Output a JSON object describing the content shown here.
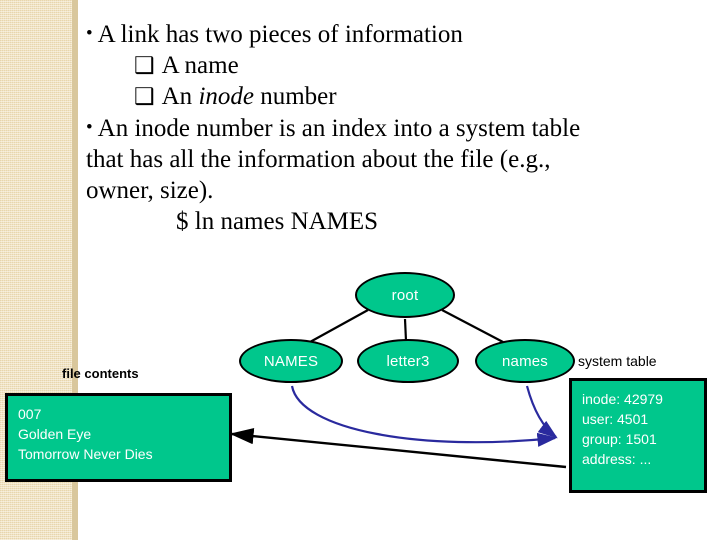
{
  "slide": {
    "background_color": "#ffffff",
    "accent_color": "#00c78c",
    "band_color": "#f0e2c0",
    "edge_color": "#d9c79c",
    "arrow_blue": "#2a2a9e"
  },
  "body_text": {
    "bullet1": "A link has two pieces of information",
    "sub1": "A name",
    "sub2_prefix": "An ",
    "sub2_italic": "inode",
    "sub2_suffix": " number",
    "bullet2_line1": "An inode number is an index into a system table",
    "bullet2_line2": "that has all the information about the file (e.g.,",
    "bullet2_line3": "owner, size).",
    "command": "$ ln names NAMES",
    "bullet_glyph": "•",
    "sub_bullet_glyph": "❑"
  },
  "diagram": {
    "nodes": [
      {
        "id": "root",
        "label": "root"
      },
      {
        "id": "names_u",
        "label": "NAMES"
      },
      {
        "id": "letter3",
        "label": "letter3"
      },
      {
        "id": "names_l",
        "label": "names"
      }
    ],
    "labels": {
      "file_contents": "file contents",
      "system_table": "system table"
    },
    "file_contents_box": {
      "lines": [
        "007",
        "Golden Eye",
        "Tomorrow Never Dies"
      ]
    },
    "system_table_box": {
      "lines": [
        "inode: 42979",
        "user: 4501",
        "group: 1501",
        "address: ..."
      ]
    }
  }
}
